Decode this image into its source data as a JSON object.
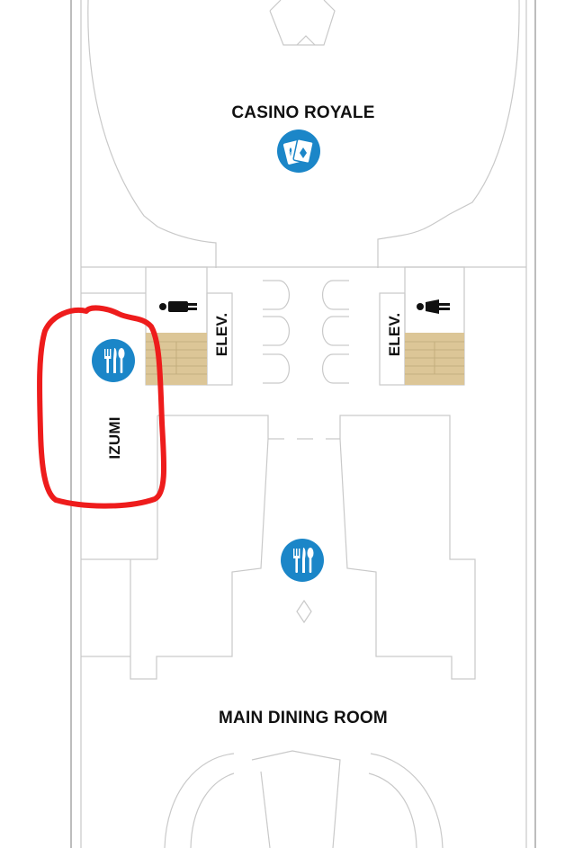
{
  "labels": {
    "casino": "CASINO ROYALE",
    "elev_left": "ELEV.",
    "elev_right": "ELEV.",
    "izumi": "IZUMI",
    "main_dining": "MAIN DINING ROOM"
  },
  "icons": {
    "casino": "playing-cards-icon",
    "izumi": "fork-knife-spoon-icon",
    "main_dining": "fork-knife-spoon-icon",
    "restroom_left": "men-restroom-icon",
    "restroom_right": "women-restroom-icon"
  },
  "highlight": {
    "target": "izumi",
    "color": "#ee1c1c"
  },
  "colors": {
    "icon_blue": "#1b86c8",
    "stair_tan": "#dcc697",
    "wall_gray": "#c9c9c9"
  }
}
